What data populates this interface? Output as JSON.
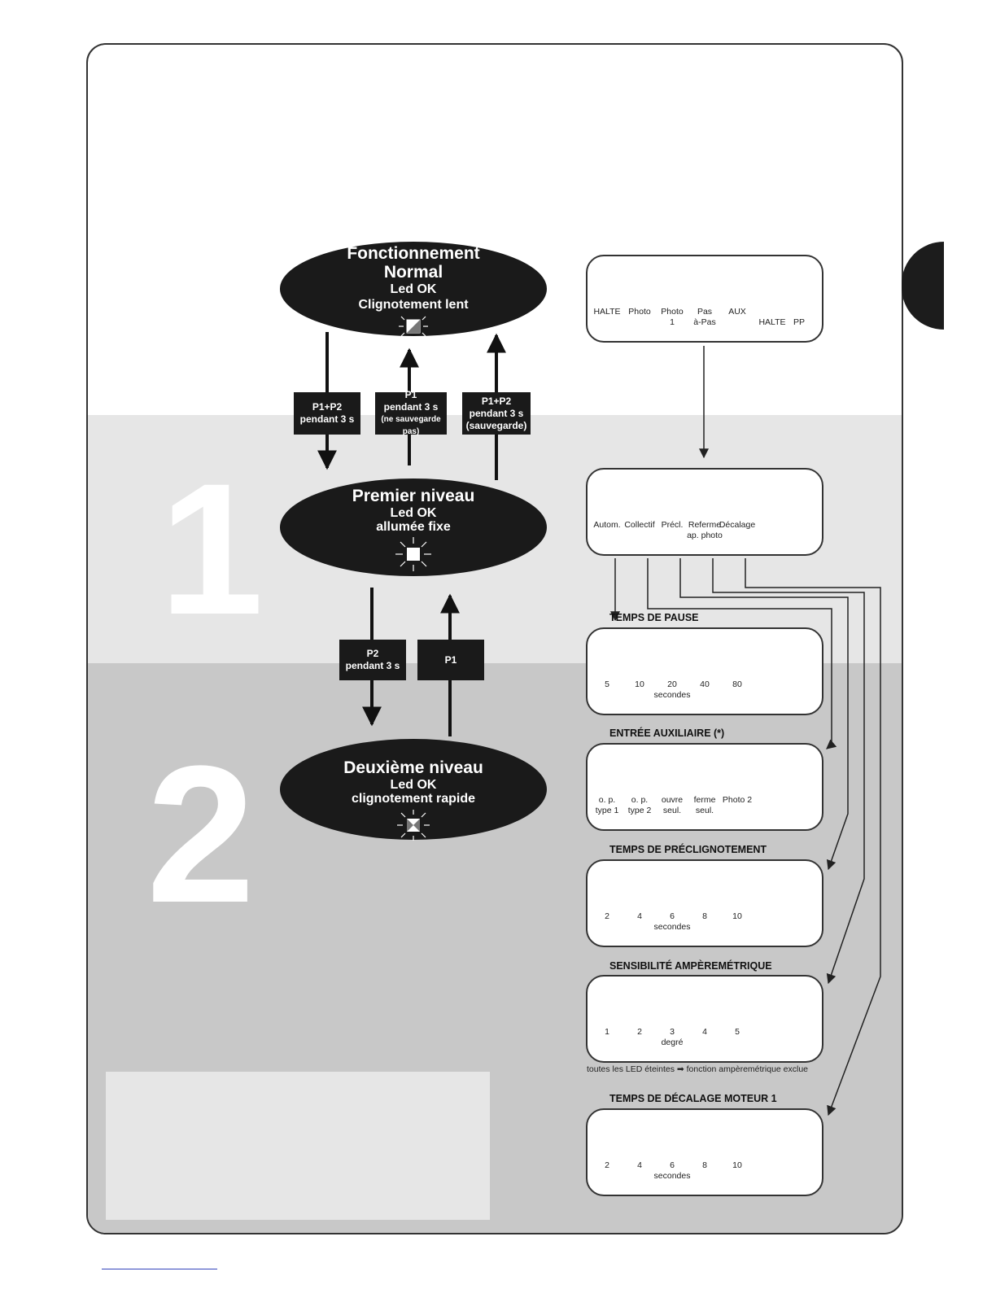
{
  "states": {
    "normal": {
      "line1": "Fonctionnement",
      "line2": "Normal",
      "line3": "Led OK",
      "line4": "Clignotement lent"
    },
    "level1": {
      "line1": "Premier niveau",
      "line2": "Led OK",
      "line3": "allumée fixe"
    },
    "level2": {
      "line1": "Deuxième niveau",
      "line2": "Led OK",
      "line3": "clignotement rapide"
    }
  },
  "level_numbers": {
    "one": "1",
    "two": "2"
  },
  "transitions": {
    "t1": {
      "a": "P1+P2",
      "b": "pendant 3 s"
    },
    "t2": {
      "a": "P1",
      "b": "pendant 3 s",
      "c": "(ne sauvegarde pas)"
    },
    "t3": {
      "a": "P1+P2",
      "b": "pendant 3 s",
      "c": "(sauvegarde)"
    },
    "t4": {
      "a": "P2",
      "b": "pendant 3 s"
    },
    "t5": {
      "a": "P1"
    }
  },
  "panel_top": {
    "leds": [
      "HALTE",
      "Photo",
      "Photo\n1",
      "Pas\nà-Pas",
      "AUX"
    ],
    "buttons": [
      {
        "key": "P1",
        "label": "HALTE"
      },
      {
        "key": "P2",
        "label": "PP"
      }
    ]
  },
  "panel_level1": {
    "leds": [
      "Autom.",
      "Collectif",
      "Précl.",
      "Referme\nap. photo",
      "Décalage"
    ]
  },
  "panels": [
    {
      "title": "TEMPS DE PAUSE",
      "leds": [
        "5",
        "10",
        "20",
        "40",
        "80"
      ],
      "unit": "secondes"
    },
    {
      "title": "ENTRÉE AUXILIAIRE (*)",
      "leds": [
        "o. p.\ntype 1",
        "o. p.\ntype 2",
        "ouvre\nseul.",
        "ferme\nseul.",
        "Photo 2"
      ],
      "unit": ""
    },
    {
      "title": "TEMPS DE PRÉCLIGNOTEMENT",
      "leds": [
        "2",
        "4",
        "6",
        "8",
        "10"
      ],
      "unit": "secondes"
    },
    {
      "title": "SENSIBILITÉ AMPÈREMÉTRIQUE",
      "leds": [
        "1",
        "2",
        "3",
        "4",
        "5"
      ],
      "unit": "degré"
    },
    {
      "title": "TEMPS DE DÉCALAGE MOTEUR 1",
      "leds": [
        "2",
        "4",
        "6",
        "8",
        "10"
      ],
      "unit": "secondes"
    }
  ],
  "note_amp": "toutes les LED éteintes ➡ fonction ampèremétrique exclue",
  "colors": {
    "dark": "#1a1a1a",
    "band1": "#e6e6e6",
    "band2": "#c8c8c8",
    "led_off": "#9a9a9a"
  }
}
